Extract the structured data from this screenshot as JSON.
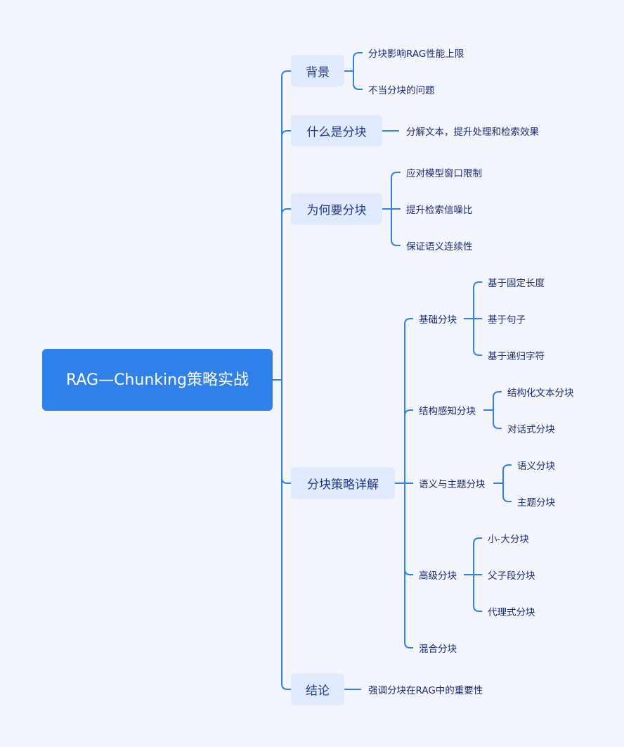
{
  "root": {
    "title": "RAG—Chunking策略实战"
  },
  "branches": {
    "background": {
      "label": "背景",
      "children": [
        "分块影响RAG性能上限",
        "不当分块的问题"
      ]
    },
    "what": {
      "label": "什么是分块",
      "children": [
        "分解文本，提升处理和检索效果"
      ]
    },
    "why": {
      "label": "为何要分块",
      "children": [
        "应对模型窗口限制",
        "提升检索信噪比",
        "保证语义连续性"
      ]
    },
    "strategies": {
      "label": "分块策略详解",
      "basic": {
        "label": "基础分块",
        "children": [
          "基于固定长度",
          "基于句子",
          "基于递归字符"
        ]
      },
      "structure": {
        "label": "结构感知分块",
        "children": [
          "结构化文本分块",
          "对话式分块"
        ]
      },
      "semantic": {
        "label": "语义与主题分块",
        "children": [
          "语义分块",
          "主题分块"
        ]
      },
      "advanced": {
        "label": "高级分块",
        "children": [
          "小-大分块",
          "父子段分块",
          "代理式分块"
        ]
      },
      "hybrid": {
        "label": "混合分块"
      }
    },
    "conclusion": {
      "label": "结论",
      "children": [
        "强调分块在RAG中的重要性"
      ]
    }
  },
  "colors": {
    "line": "#3080ea",
    "root": "#3080ea",
    "branch_bg": "#e1e9fd",
    "text": "#1c2b6e",
    "background": "#f3f5fd"
  }
}
